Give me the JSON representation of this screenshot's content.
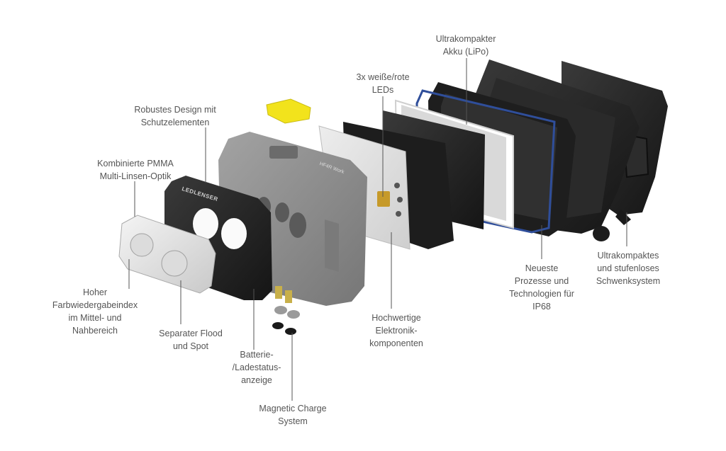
{
  "labels": {
    "akku": [
      "Ultrakompakter",
      "Akku (LiPo)"
    ],
    "leds": [
      "3x weiße/rote",
      "LEDs"
    ],
    "robust": [
      "Robustes Design mit",
      "Schutzelementen"
    ],
    "pmma": [
      "Kombinierte PMMA",
      "Multi-Linsen-Optik"
    ],
    "cri": [
      "Hoher",
      "Farbwiedergabeindex",
      "im Mittel- und",
      "Nahbereich"
    ],
    "flood": [
      "Separater Flood",
      "und Spot"
    ],
    "battery": [
      "Batterie-",
      "/Ladestatus-",
      "anzeige"
    ],
    "magnetic": [
      "Magnetic Charge",
      "System"
    ],
    "electronics": [
      "Hochwertige",
      "Elektronik-",
      "komponenten"
    ],
    "ip68": [
      "Neueste",
      "Prozesse und",
      "Technologien für",
      "IP68"
    ],
    "swivel": [
      "Ultrakompaktes",
      "und stufenloses",
      "Schwenksystem"
    ]
  },
  "product_marks": {
    "brand": "LEDLENSER",
    "model": "HF4R Work"
  },
  "colors": {
    "text": "#555555",
    "leader": "#555555",
    "housing_grey": "#8c8c8c",
    "black_part": "#1f1f1f",
    "yellow_part": "#f2e31c",
    "seal_blue": "#2f4e9a"
  }
}
